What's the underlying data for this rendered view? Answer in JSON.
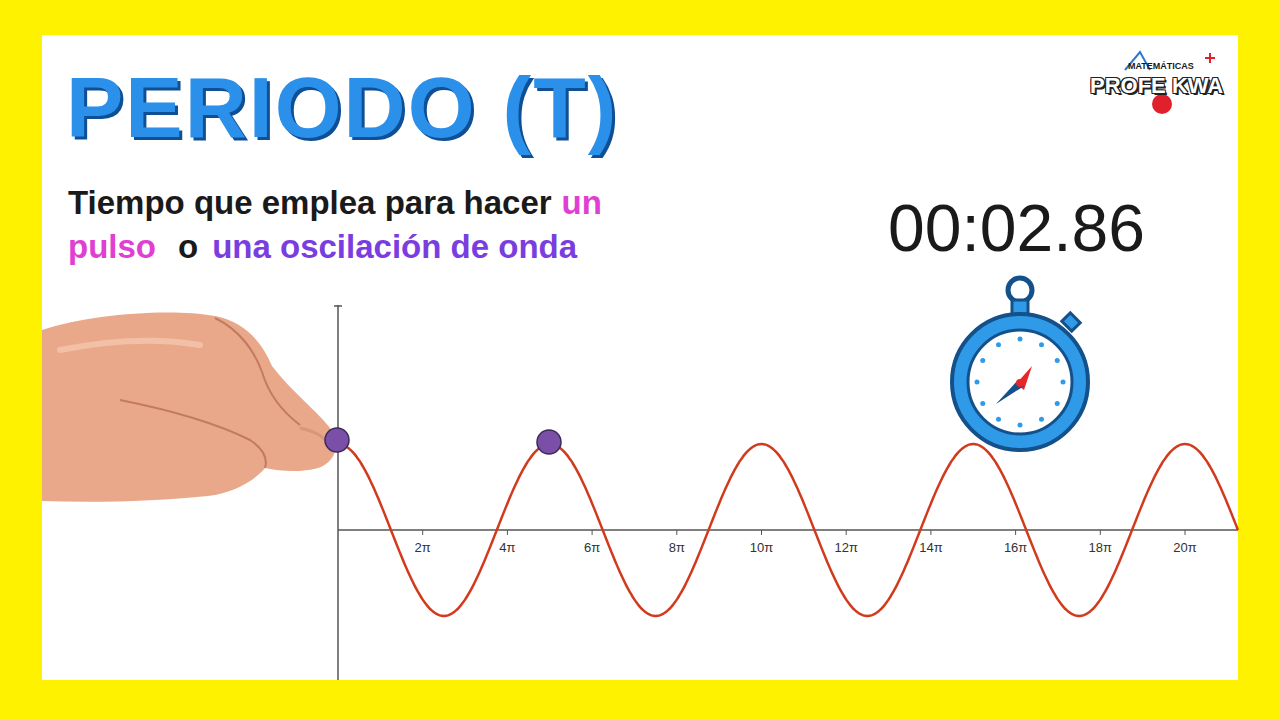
{
  "diagram": {
    "title": "PERIODO (T)",
    "labels": [
      "Tiempo que emplea para hacer",
      "un",
      "pulso",
      "o",
      "una oscilación de onda",
      "00:02.86",
      "2π",
      "4π",
      "6π",
      "8π",
      "10π",
      "12π",
      "14π",
      "16π",
      "18π",
      "20π",
      "MATEMÁTICAS",
      "PROFE KWA"
    ]
  }
}
